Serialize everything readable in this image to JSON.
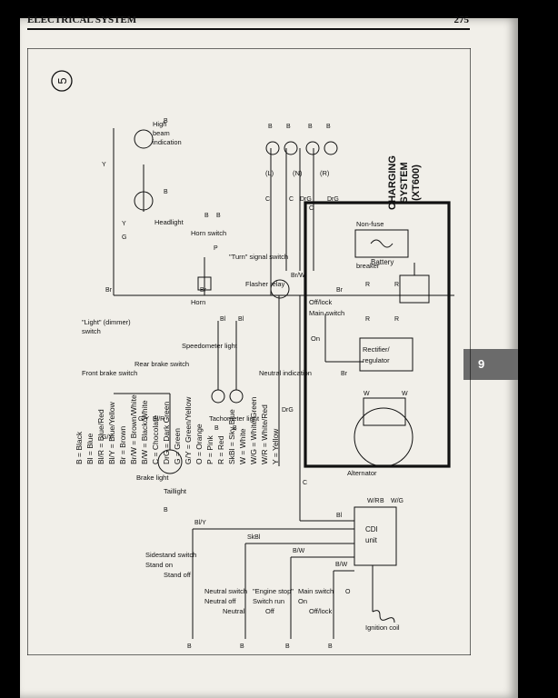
{
  "header": {
    "section_title": "ELECTRICAL SYSTEM",
    "page_number": "275"
  },
  "side_tab": {
    "label": "9"
  },
  "figure": {
    "number": "5",
    "title_line1": "CHARGING",
    "title_line2": "SYSTEM",
    "title_line3": "(XT600)",
    "legend": [
      "B = Black",
      "Bl = Blue",
      "Bl/R = Blue/Red",
      "Bl/Y = Blue/Yellow",
      "Br = Brown",
      "Br/W = Brown/White",
      "B/W = Black/White",
      "C = Chocolate",
      "DrG = Dark Green",
      "G = Green",
      "G/Y = Green/Yellow",
      "O = Orange",
      "P = Pink",
      "R = Red",
      "SkBl = Sky Blue",
      "W = White",
      "W/G = White/Green",
      "W/R = White/Red",
      "Y = Yellow"
    ],
    "labels": {
      "high_beam_1": "High",
      "high_beam_2": "beam",
      "high_beam_3": "indication",
      "light_switch_1": "\"Light\" (dimmer)",
      "light_switch_2": "switch",
      "headlight": "Headlight",
      "horn_switch": "Horn switch",
      "horn": "Horn",
      "turn_switch": "\"Turn\" signal switch",
      "flasher_relay": "Flasher relay",
      "front_brake": "Front brake switch",
      "rear_brake": "Rear brake switch",
      "speedo": "Speedometer light",
      "tacho": "Tachometer light",
      "neutral_ind": "Neutral indication",
      "brake_light": "Brake light",
      "taillight": "Taillight",
      "alternator": "Alternator",
      "rectifier_1": "Rectifier/",
      "rectifier_2": "regulator",
      "battery": "Battery",
      "nonfuse_1": "Non-fuse",
      "nonfuse_2": "breaker",
      "main_switch_1": "Off/lock",
      "main_switch_2": "Main switch",
      "main_switch_on": "On",
      "cdi_1": "CDI",
      "cdi_2": "unit",
      "ignition_coil": "Ignition coil",
      "sidestand_1": "Sidestand switch",
      "sidestand_2": "Stand on",
      "sidestand_3": "Stand off",
      "neutral_sw_1": "Neutral switch",
      "neutral_sw_2": "Neutral off",
      "neutral_sw_3": "Neutral",
      "engine_stop_1": "\"Engine stop\"",
      "engine_stop_2": "Switch run",
      "engine_stop_3": "Off",
      "main_sw2_1": "Main switch",
      "main_sw2_2": "On",
      "main_sw2_3": "Off/lock",
      "turn_L": "(L)",
      "turn_N": "(N)",
      "turn_R": "(R)"
    },
    "wire_codes": {
      "y1": "Y",
      "y2": "Y",
      "g1": "G",
      "b_hb": "B",
      "b_hl": "B",
      "br1": "Br",
      "br2": "Br",
      "br3": "Br",
      "brw": "Br/W",
      "p": "P",
      "b_horn": "B",
      "b_horn2": "B",
      "gy": "G/Y",
      "gy2": "G/Y",
      "blr": "Bl/R",
      "bl1": "Bl",
      "bl2": "Bl",
      "drg": "DrG",
      "c_main": "C",
      "b_tl": "B",
      "b_speed": "B",
      "b_tach": "B",
      "c1": "C",
      "c2": "C",
      "drg1": "DrG",
      "drg2": "DrG",
      "c3": "C",
      "b_t1": "B",
      "b_t2": "B",
      "b_t3": "B",
      "b_t4": "B",
      "r1": "R",
      "r2": "R",
      "r3": "R",
      "r4": "R",
      "br_rr": "Br",
      "w1": "W",
      "w2": "W",
      "wr": "W/R",
      "b_cdi": "B",
      "wg": "W/G",
      "bly": "Bl/Y",
      "skbl": "SkBl",
      "bw": "B/W",
      "bw2": "B/W",
      "o": "O",
      "b_ss": "B",
      "b_ns": "B",
      "b_es": "B",
      "b_ms": "B",
      "bl_cdi": "Bl"
    }
  }
}
